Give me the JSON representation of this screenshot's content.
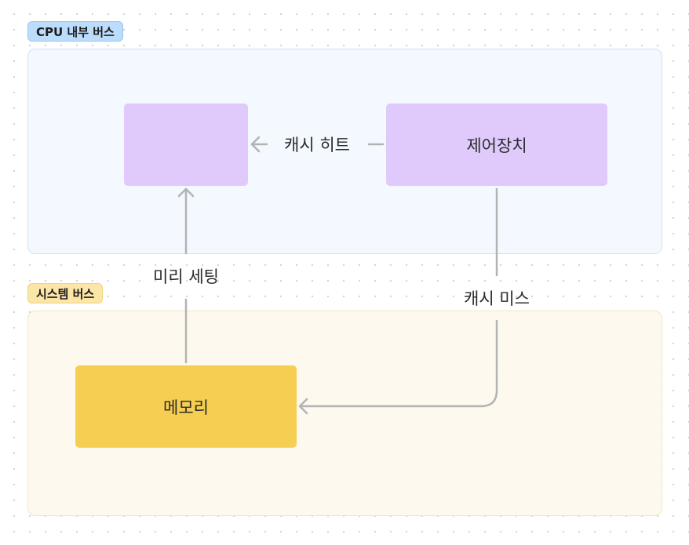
{
  "groups": {
    "cpu": {
      "label": "CPU 내부 버스",
      "color": "#bcdcfb"
    },
    "system": {
      "label": "시스템 버스",
      "color": "#fbe6a8"
    }
  },
  "nodes": {
    "cache": {
      "label": "",
      "color": "#dfcafb"
    },
    "control": {
      "label": "제어장치",
      "color": "#dfcafb"
    },
    "memory": {
      "label": "메모리",
      "color": "#f6cf52"
    }
  },
  "edges": {
    "cache_hit": {
      "label": "캐시 히트",
      "from": "control",
      "to": "cache"
    },
    "prefetch": {
      "label": "미리 세팅",
      "from": "memory",
      "to": "cache"
    },
    "cache_miss": {
      "label": "캐시 미스",
      "from": "control",
      "to": "memory"
    }
  },
  "colors": {
    "edge": "#b3b3b3",
    "text": "#2b2b2b"
  }
}
